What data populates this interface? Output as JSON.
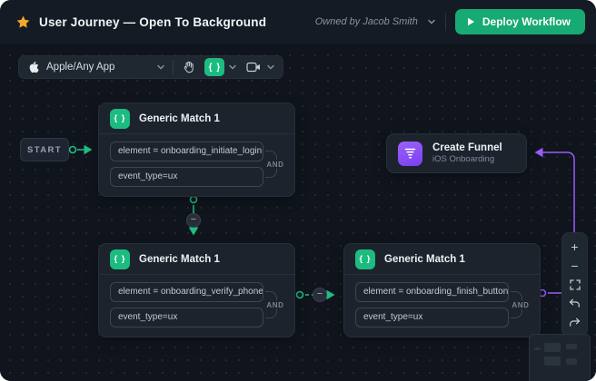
{
  "header": {
    "title": "User Journey — Open To Background",
    "owned_by": "Owned by Jacob Smith",
    "deploy_label": "Deploy Workflow"
  },
  "toolbar": {
    "app_selector_label": "Apple/Any App",
    "code_button_glyph": "{ }"
  },
  "canvas": {
    "start_label": "START",
    "nodes": [
      {
        "title": "Generic Match 1",
        "rows": [
          "element = onboarding_initiate_login",
          "event_type=ux"
        ],
        "operator": "AND"
      },
      {
        "title": "Generic Match 1",
        "rows": [
          "element = onboarding_verify_phone",
          "event_type=ux"
        ],
        "operator": "AND"
      },
      {
        "title": "Generic Match 1",
        "rows": [
          "element = onboarding_finish_button",
          "event_type=ux"
        ],
        "operator": "AND"
      },
      {
        "title": "Create Funnel",
        "subtitle": "iOS Onboarding"
      }
    ],
    "edge_badges": {
      "minus": "−"
    }
  },
  "side_toolbar": {
    "zoom_in": "+",
    "zoom_out": "−"
  },
  "icons": {
    "star": "star-filled",
    "apple": "apple-logo",
    "hand": "pan-hand",
    "code": "curly-braces",
    "camera": "video-camera",
    "play": "play-triangle",
    "fit": "fit-view-corners",
    "undo": "arrow-undo",
    "redo": "arrow-redo"
  },
  "colors": {
    "accent_green": "#1cbc80",
    "deploy_green": "#17aa72",
    "accent_purple": "#9b5cf8",
    "star_gold": "#f3a72b",
    "card_bg": "#141a22"
  }
}
